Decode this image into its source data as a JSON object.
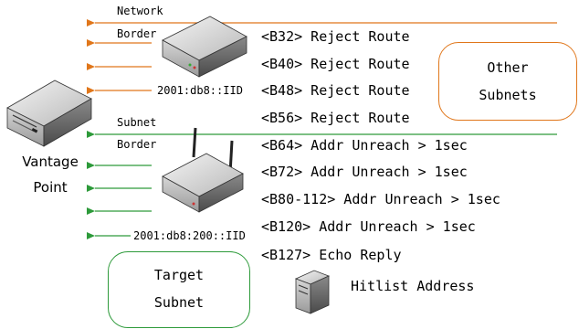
{
  "labels": {
    "network_border": [
      "Network",
      "Border"
    ],
    "subnet_border": [
      "Subnet",
      "Border"
    ],
    "iid_network": "2001:db8::IID",
    "iid_subnet": "2001:db8:200::IID",
    "vantage_point": [
      "Vantage",
      "Point"
    ],
    "hitlist": "Hitlist Address"
  },
  "routes": [
    "<B32> Reject Route",
    "<B40> Reject Route",
    "<B48> Reject Route",
    "<B56> Reject Route",
    "<B64> Addr Unreach > 1sec",
    "<B72> Addr Unreach > 1sec",
    "<B80-112> Addr Unreach > 1sec",
    "<B120> Addr Unreach > 1sec",
    "<B127> Echo Reply"
  ],
  "boxes": {
    "other_subnets": [
      "Other",
      "Subnets"
    ],
    "target_subnet": [
      "Target",
      "Subnet"
    ]
  },
  "colors": {
    "orange": "#e0761a",
    "green": "#2d9a3a"
  },
  "icons": [
    "server-icon",
    "router-icon",
    "wireless-router-icon",
    "tower-server-icon",
    "arrow-icon"
  ]
}
